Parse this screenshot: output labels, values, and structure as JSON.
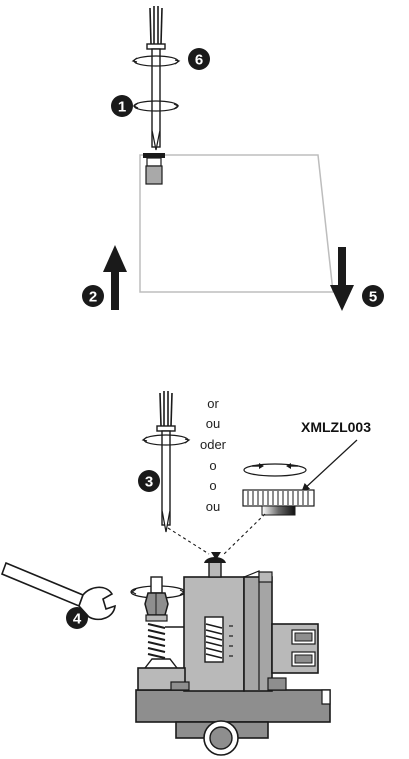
{
  "steps": {
    "s1": "1",
    "s2": "2",
    "s3": "3",
    "s4": "4",
    "s5": "5",
    "s6": "6"
  },
  "alternatives": [
    "or",
    "ou",
    "oder",
    "o",
    "o",
    "ou"
  ],
  "part_label": "XMLZL003",
  "colors": {
    "ink": "#1a1a1a",
    "body_grey": "#b9b9b9",
    "dark_grey": "#8a8a8a",
    "panel_border": "#bdbdbd"
  }
}
